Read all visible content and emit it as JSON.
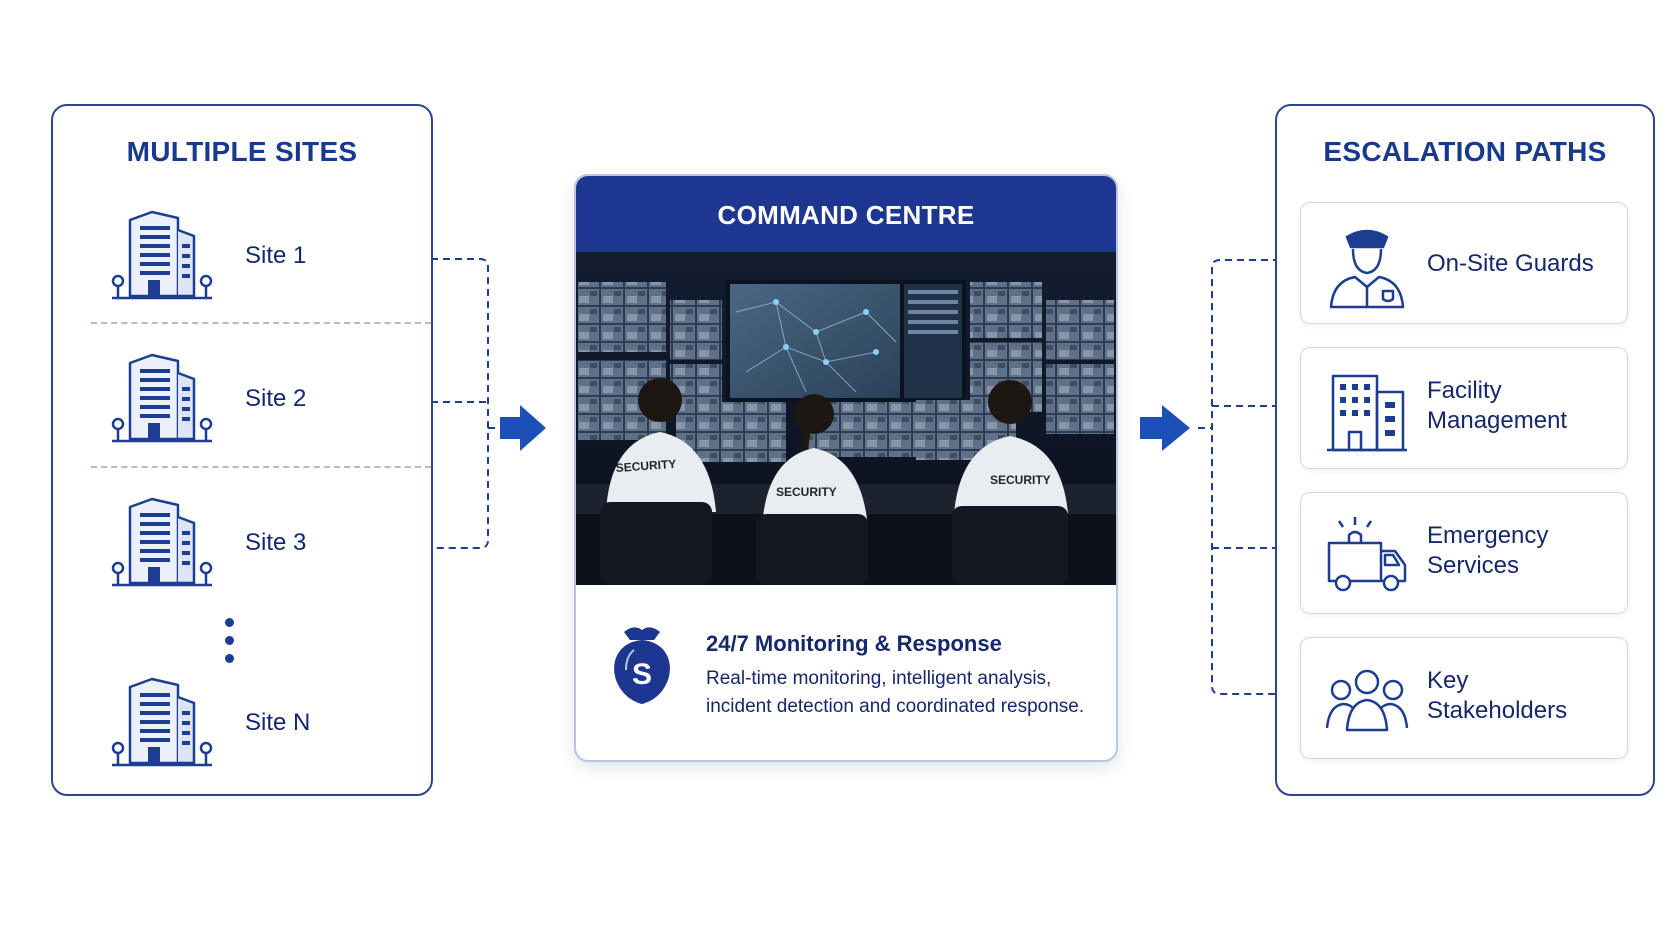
{
  "sites_panel": {
    "title": "MULTIPLE SITES",
    "sites": [
      {
        "label": "Site 1",
        "icon": "building-icon"
      },
      {
        "label": "Site 2",
        "icon": "building-icon"
      },
      {
        "label": "Site 3",
        "icon": "building-icon"
      },
      {
        "label": "Site N",
        "icon": "building-icon"
      }
    ],
    "more_icon": "vertical-ellipsis-icon"
  },
  "command_centre": {
    "title": "COMMAND CENTRE",
    "photo": "security-operators-at-monitor-wall",
    "logo_icon": "shield-s-logo-icon",
    "subtitle": "24/7 Monitoring & Response",
    "description_line1": "Real-time monitoring, intelligent analysis,",
    "description_line2": "incident detection and coordinated response.",
    "header_color": "#1d3690"
  },
  "escalation_panel": {
    "title": "ESCALATION PATHS",
    "paths": [
      {
        "line1": "On-Site Guards",
        "line2": "",
        "icon": "security-guard-icon"
      },
      {
        "line1": "Facility",
        "line2": "Management",
        "icon": "office-building-icon"
      },
      {
        "line1": "Emergency",
        "line2": "Services",
        "icon": "ambulance-icon"
      },
      {
        "line1": "Key",
        "line2": "Stakeholders",
        "icon": "people-group-icon"
      }
    ]
  },
  "colors": {
    "primary": "#173a8c",
    "accent": "#1d4fb8",
    "text": "#14286b"
  }
}
